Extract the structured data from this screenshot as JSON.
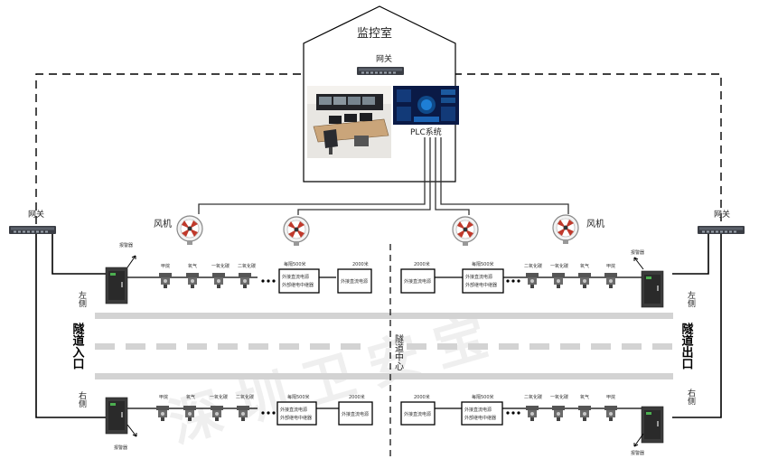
{
  "monitor_room": {
    "title": "监控室",
    "gateway": "网关",
    "plc": "PLC系统"
  },
  "gateways": {
    "left": "网关",
    "right": "网关"
  },
  "fans": {
    "label_left": "风机",
    "label_right": "风机"
  },
  "sides": {
    "left_upper": "左侧",
    "left_lower": "右侧",
    "right_upper": "左侧",
    "right_lower": "右侧"
  },
  "tunnel": {
    "entrance": "隧道入口",
    "exit": "隧道出口",
    "center": "隧道中心"
  },
  "alarm": "报警器",
  "sensors_left": [
    "甲烷",
    "氧气",
    "一氧化碳",
    "二氧化碳"
  ],
  "sensors_right": [
    "二氧化碳",
    "一氧化碳",
    "氧气",
    "甲烷"
  ],
  "boxes": {
    "every500": "每隔500米",
    "box_a_line1": "外接直流电源",
    "box_a_line2": "外部继电中继器",
    "d2000": "2000米",
    "box_b": "外接直流电源"
  },
  "watermark": "深圳卫安宝"
}
